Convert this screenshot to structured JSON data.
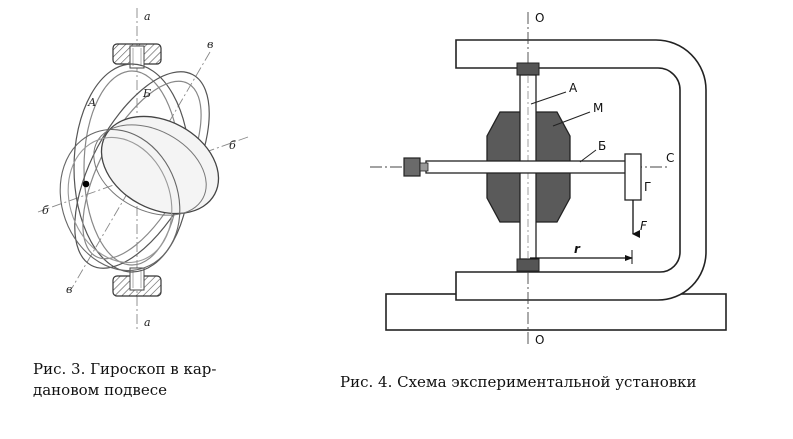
{
  "figure3": {
    "labels": {
      "axis_a_top": "a",
      "axis_a_bottom": "a",
      "axis_v_top": "в",
      "axis_v_bottom": "в",
      "axis_b_right": "б",
      "axis_b_left": "б",
      "ring_A": "А",
      "ring_B": "Б"
    },
    "caption_line1": "Рис. 3. Гироскоп в кар-",
    "caption_line2": "дановом подвесе"
  },
  "figure4": {
    "labels": {
      "axis_O_top": "О",
      "axis_O_bottom": "О",
      "label_A": "А",
      "label_M": "М",
      "label_B": "Б",
      "label_C": "С",
      "label_G": "Г",
      "label_F": "F",
      "label_r": "r"
    },
    "caption": "Рис. 4. Схема экспериментальной установки"
  }
}
